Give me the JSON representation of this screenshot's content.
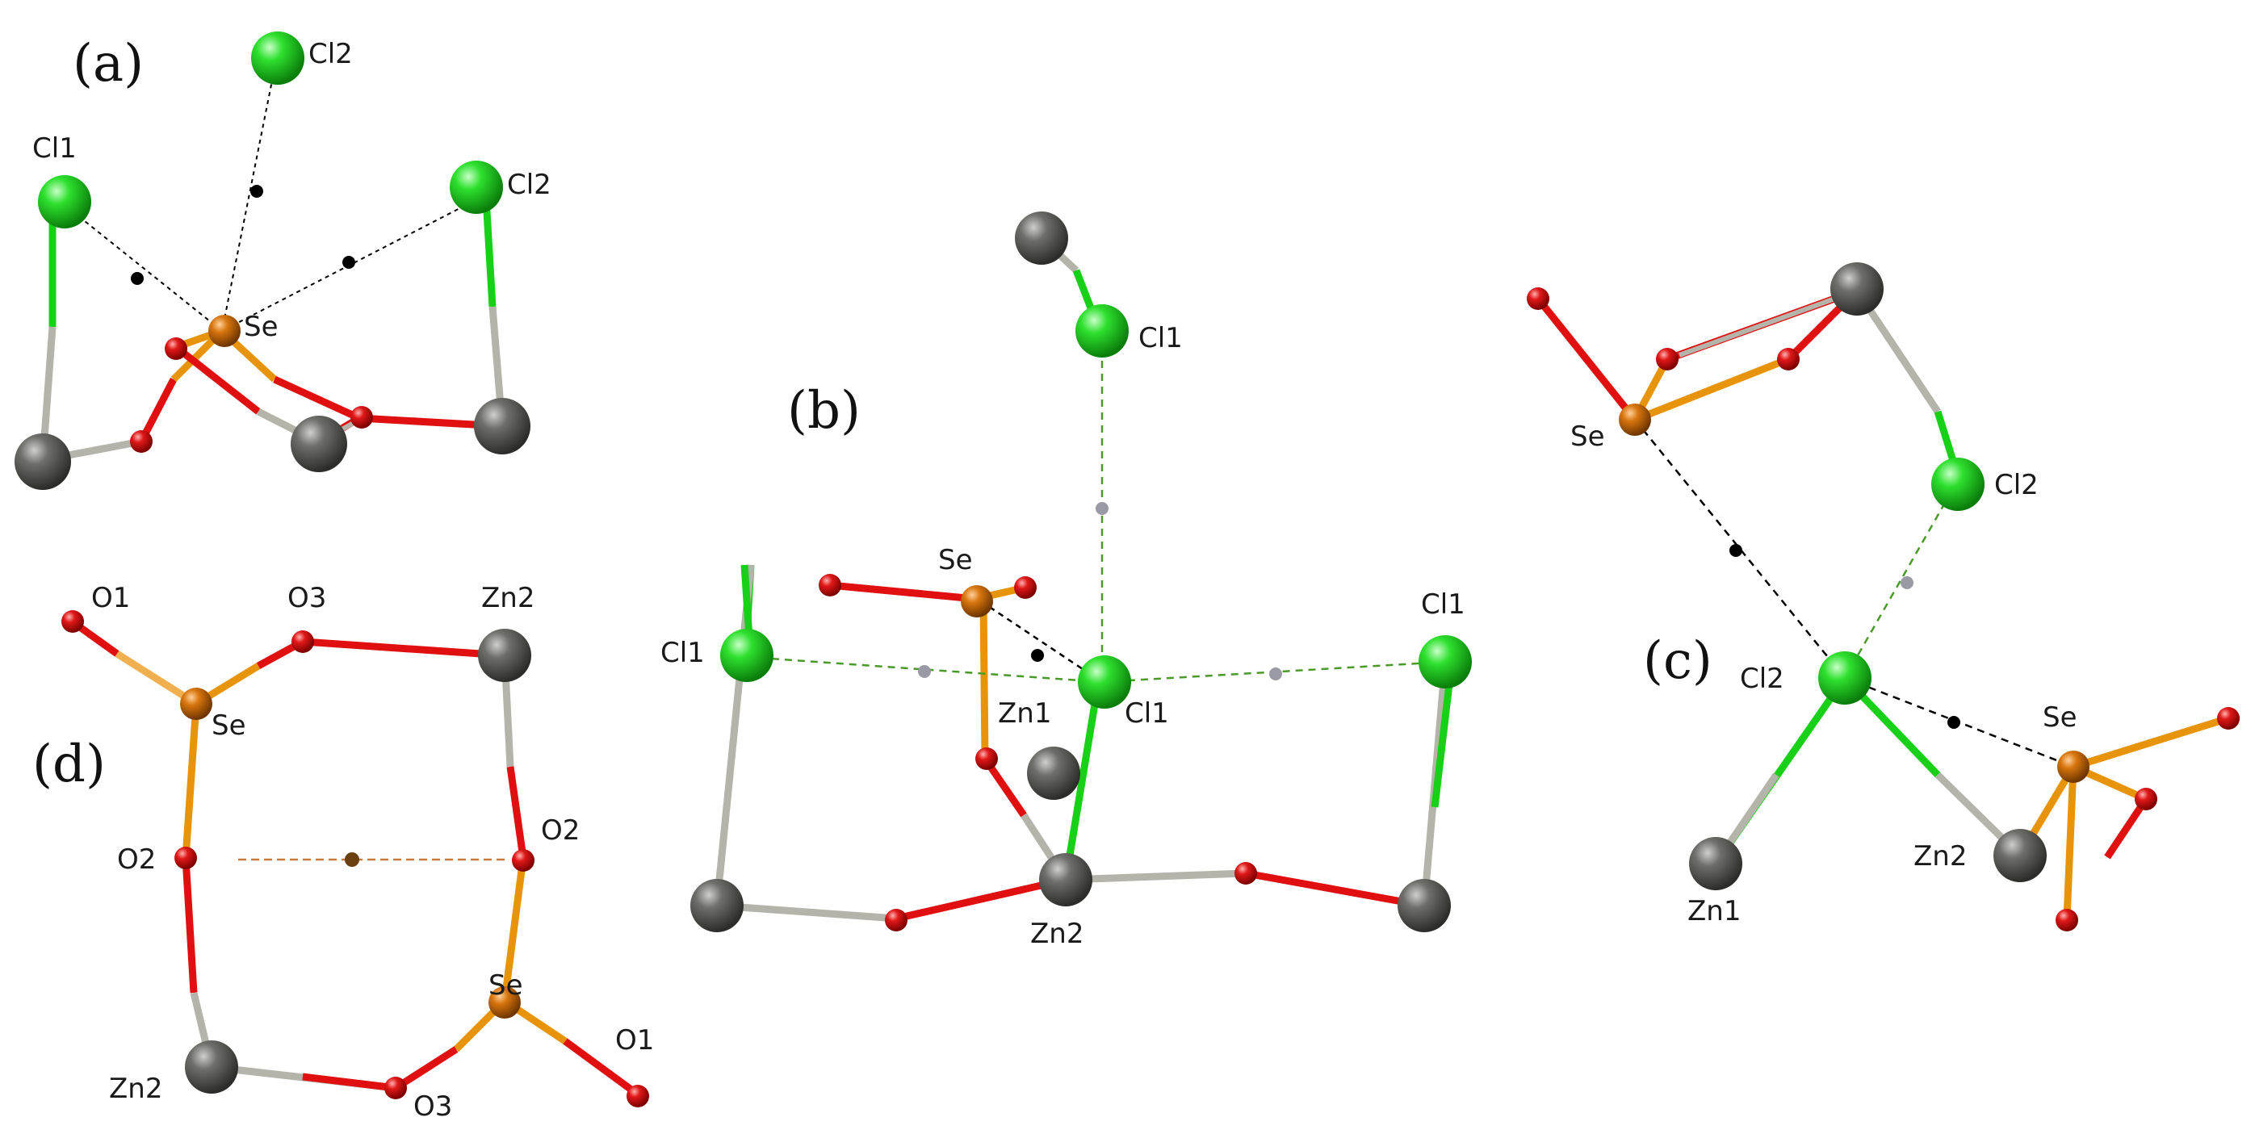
{
  "colors": {
    "Cl": "#18b818",
    "Cl_stroke": "#0c7a0c",
    "Zn": "#555550",
    "Zn_stroke": "#2f2f2c",
    "O": "#dd1010",
    "O_stroke": "#8a0000",
    "Se": "#d06d10",
    "Se_stroke": "#7c3f00",
    "bond_grey": "#b8b8b0",
    "contact_black": "#000000",
    "contact_green": "#4a9a2a",
    "contact_brown": "#8a4a1a"
  },
  "panels": {
    "a": {
      "label": "(a)",
      "atoms": {
        "cl2top": "Cl2",
        "cl1": "Cl1",
        "cl2right": "Cl2",
        "se": "Se"
      }
    },
    "b": {
      "label": "(b)",
      "atoms": {
        "cl1top": "Cl1",
        "se": "Se",
        "cl1left": "Cl1",
        "cl1right": "Cl1",
        "zn1": "Zn1",
        "cl1center": "Cl1",
        "zn2": "Zn2"
      }
    },
    "c": {
      "label": "(c)",
      "atoms": {
        "se_top": "Se",
        "cl2_top": "Cl2",
        "cl2_center": "Cl2",
        "se_bottom": "Se",
        "zn2": "Zn2",
        "zn1": "Zn1"
      }
    },
    "d": {
      "label": "(d)",
      "atoms": {
        "o1_top": "O1",
        "o3_top": "O3",
        "zn2_top": "Zn2",
        "se_top": "Se",
        "o2_left": "O2",
        "o2_right": "O2",
        "se_bottom": "Se",
        "o1_bottom": "O1",
        "zn2_bottom": "Zn2",
        "o3_bottom": "O3"
      }
    }
  }
}
